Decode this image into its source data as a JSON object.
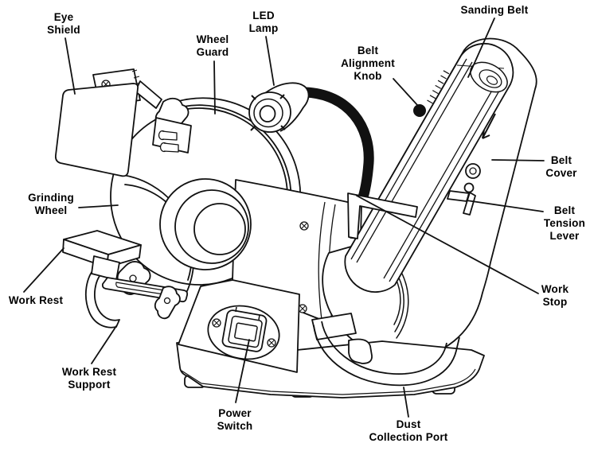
{
  "figure": {
    "type": "labeled-parts-diagram",
    "subject": "Bench grinder with belt sander attachment",
    "background_color": "#ffffff",
    "line_color": "#000000"
  },
  "parts": [
    {
      "id": "eye-shield",
      "label": "Eye\nShield"
    },
    {
      "id": "wheel-guard",
      "label": "Wheel\nGuard"
    },
    {
      "id": "led-lamp",
      "label": "LED\nLamp"
    },
    {
      "id": "sanding-belt",
      "label": "Sanding Belt"
    },
    {
      "id": "belt-alignment-knob",
      "label": "Belt\nAlignment\nKnob"
    },
    {
      "id": "belt-cover",
      "label": "Belt\nCover"
    },
    {
      "id": "belt-tension-lever",
      "label": "Belt\nTension\nLever"
    },
    {
      "id": "work-stop",
      "label": "Work\nStop"
    },
    {
      "id": "grinding-wheel",
      "label": "Grinding\nWheel"
    },
    {
      "id": "work-rest",
      "label": "Work Rest"
    },
    {
      "id": "work-rest-support",
      "label": "Work Rest\nSupport"
    },
    {
      "id": "power-switch",
      "label": "Power\nSwitch"
    },
    {
      "id": "dust-collection-port",
      "label": "Dust\nCollection Port"
    }
  ]
}
